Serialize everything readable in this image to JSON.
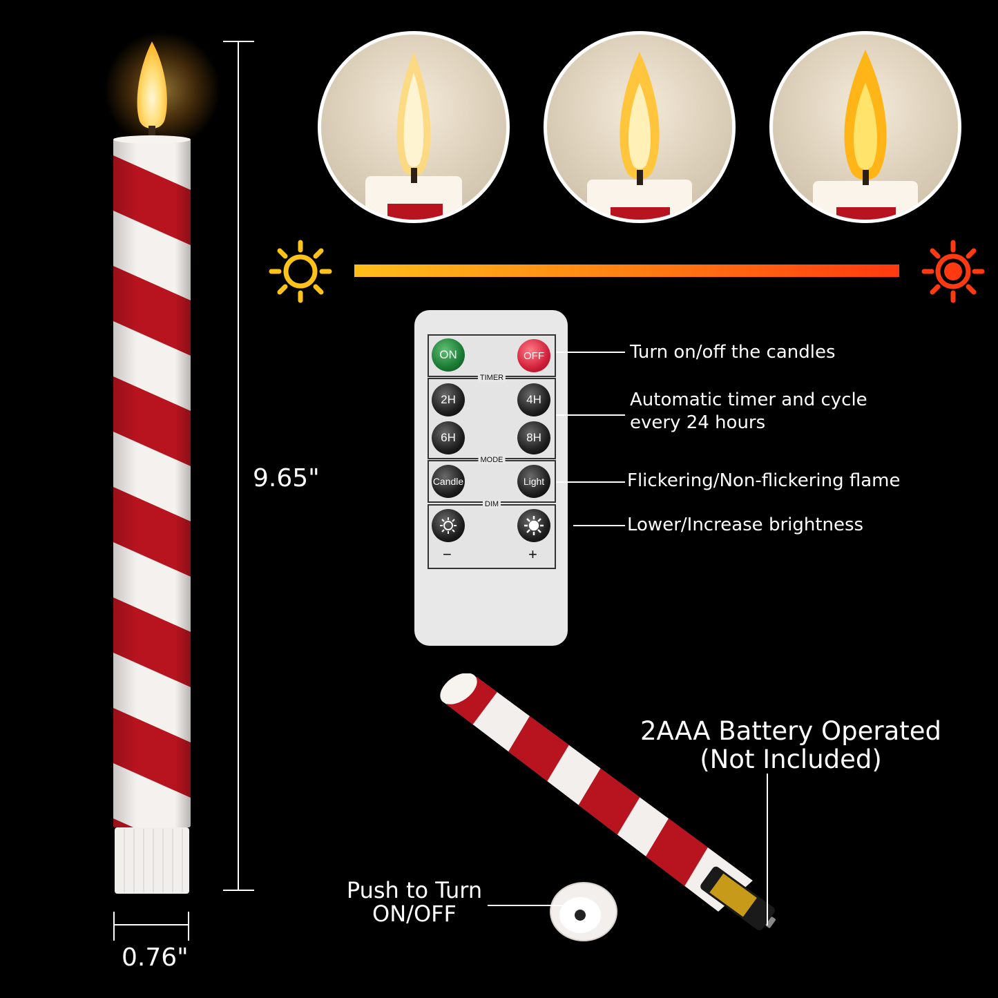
{
  "dimensions": {
    "height_label": "9.65\"",
    "width_label": "0.76\""
  },
  "brightness": {
    "low_icon": "sun-outline-icon",
    "high_icon": "sun-filled-icon",
    "low_color": "#ffc21a",
    "high_color": "#ff3a10"
  },
  "remote": {
    "power": {
      "on_label": "ON",
      "off_label": "OFF"
    },
    "timer": {
      "title": "TIMER",
      "buttons": [
        "2H",
        "4H",
        "6H",
        "8H"
      ]
    },
    "mode": {
      "title": "MODE",
      "candle_label": "Candle",
      "light_label": "Light"
    },
    "dim": {
      "title": "DIM",
      "minus_label": "−",
      "plus_label": "+"
    }
  },
  "callouts": {
    "power": "Turn on/off the candles",
    "timer_line1": "Automatic timer and cycle",
    "timer_line2": "every 24 hours",
    "mode": "Flickering/Non-flickering flame",
    "dim": "Lower/Increase brightness"
  },
  "battery": {
    "line1": "2AAA Battery Operated",
    "line2": "(Not Included)"
  },
  "push": {
    "line1": "Push to Turn",
    "line2": "ON/OFF"
  },
  "colors": {
    "stripe_red": "#b8141f",
    "candle_white": "#f4f1ee",
    "flame": "#ffcf4a",
    "background": "#000000"
  }
}
